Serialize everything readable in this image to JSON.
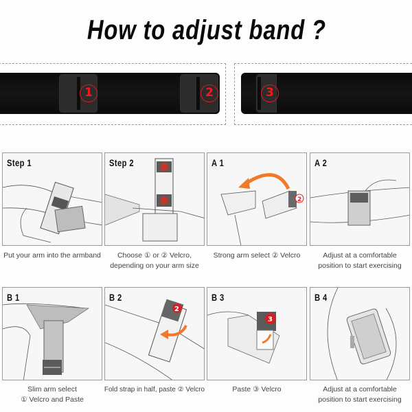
{
  "title": "How to adjust band ?",
  "band_diagram": {
    "markers": [
      "1",
      "2",
      "3"
    ],
    "marker_color": "#e0191e",
    "band_color": "#0f0f0f"
  },
  "steps": [
    {
      "label": "Step 1",
      "caption_line1": "Put your arm into the armband",
      "caption_line2": ""
    },
    {
      "label": "Step 2",
      "caption_line1": "Choose ① or ② Velcro,",
      "caption_line2": "depending on your arm size"
    },
    {
      "label": "A 1",
      "caption_line1": "Strong arm select ② Velcro",
      "caption_line2": ""
    },
    {
      "label": "A 2",
      "caption_line1": "Adjust at a comfortable",
      "caption_line2": "position to start exercising"
    },
    {
      "label": "B 1",
      "caption_line1": "Slim arm select",
      "caption_line2": "① Velcro and Paste"
    },
    {
      "label": "B 2",
      "caption_line1": "Fold strap in half, paste ② Velcro",
      "caption_line2": ""
    },
    {
      "label": "B 3",
      "caption_line1": "Paste ③ Velcro",
      "caption_line2": ""
    },
    {
      "label": "B 4",
      "caption_line1": "Adjust at a comfortable",
      "caption_line2": "position to start exercising"
    }
  ],
  "accent_colors": {
    "arrow": "#f07a2a",
    "marker": "#e0191e"
  }
}
